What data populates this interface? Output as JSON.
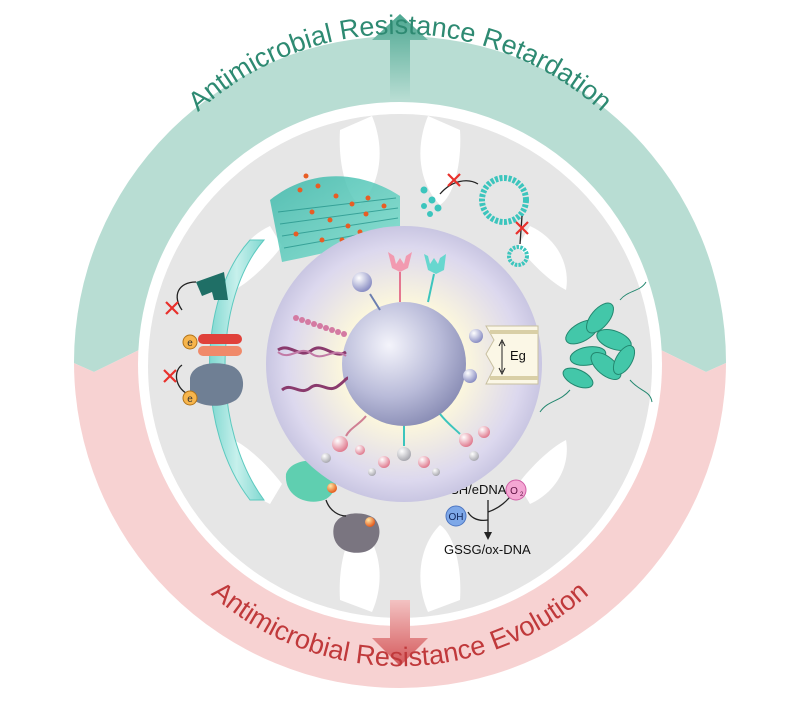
{
  "diagram": {
    "outer_top_text": "Antimicrobial Resistance Retardation",
    "outer_bottom_text": "Antimicrobial Resistance Evolution",
    "band_label": "Eg",
    "electron_label": "e",
    "ros": {
      "reactant": "GSH/eDNA",
      "product": "GSSG/ox-DNA",
      "radical": "OH",
      "oxygen": "O",
      "oxygen_sub": "2"
    }
  },
  "colors": {
    "retardation_fill": "#b8ddd3",
    "retardation_text": "#2e8a72",
    "evolution_fill": "#f7d2d2",
    "evolution_text": "#c0393b",
    "inner_gray": "#e3e3e3",
    "accent_teal": "#3cc5bd",
    "accent_red": "#e8302b"
  }
}
